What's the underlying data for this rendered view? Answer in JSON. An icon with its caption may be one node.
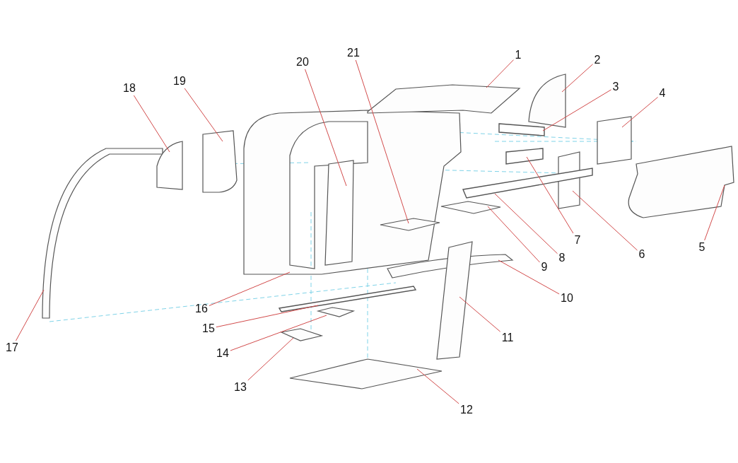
{
  "diagram": {
    "nodes": [
      {
        "text": [
          "1"
        ]
      },
      {
        "text": [
          "2"
        ]
      },
      {
        "text": [
          "3"
        ]
      },
      {
        "text": [
          "4"
        ]
      },
      {
        "text": [
          "5"
        ]
      },
      {
        "text": [
          "6"
        ]
      },
      {
        "text": [
          "7"
        ]
      },
      {
        "text": [
          "8"
        ]
      },
      {
        "text": [
          "9"
        ]
      },
      {
        "text": [
          "10"
        ]
      },
      {
        "text": [
          "11"
        ]
      },
      {
        "text": [
          "12"
        ]
      },
      {
        "text": [
          "13"
        ]
      },
      {
        "text": [
          "14"
        ]
      },
      {
        "text": [
          "15"
        ]
      },
      {
        "text": [
          "16"
        ]
      },
      {
        "text": [
          "17"
        ]
      },
      {
        "text": [
          "18"
        ]
      },
      {
        "text": [
          "19"
        ]
      },
      {
        "text": [
          "20"
        ]
      },
      {
        "text": [
          "21"
        ]
      },
      {
        "text": [],
        "shape": "picture"
      },
      {
        "text": [],
        "shape": "picture"
      },
      {
        "text": [],
        "shape": "bar"
      },
      {
        "text": [],
        "shape": "box"
      },
      {
        "text": [],
        "shape": "picture"
      },
      {
        "text": [],
        "shape": "box"
      },
      {
        "text": [],
        "shape": "bar"
      },
      {
        "text": [],
        "shape": "bar"
      },
      {
        "text": [],
        "shape": "picture"
      },
      {
        "text": [],
        "shape": "picture"
      },
      {
        "text": [],
        "shape": "picture"
      },
      {
        "text": [],
        "shape": "picture"
      },
      {
        "text": [],
        "shape": "picture"
      },
      {
        "text": [],
        "shape": "picture"
      },
      {
        "text": [],
        "shape": "bar"
      },
      {
        "text": [],
        "shape": "picture"
      },
      {
        "text": [],
        "shape": "picture"
      },
      {
        "text": [],
        "shape": "box"
      },
      {
        "text": [],
        "shape": "box"
      },
      {
        "text": [],
        "shape": "box",
        "in": 36
      },
      {
        "text": [],
        "shape": "picture",
        "in": 36
      }
    ],
    "edges": [
      {
        "from": 0,
        "to": 21,
        "arrow": "none"
      },
      {
        "from": 1,
        "to": 22,
        "arrow": "none"
      },
      {
        "from": 2,
        "to": 23,
        "arrow": "none"
      },
      {
        "from": 3,
        "to": 24,
        "arrow": "none"
      },
      {
        "from": 4,
        "to": 25,
        "arrow": "none"
      },
      {
        "from": 5,
        "to": 26,
        "arrow": "none"
      },
      {
        "from": 6,
        "to": 27,
        "arrow": "none"
      },
      {
        "from": 7,
        "to": 28,
        "arrow": "none"
      },
      {
        "from": 8,
        "to": 29,
        "arrow": "none"
      },
      {
        "from": 9,
        "to": 30,
        "arrow": "none"
      },
      {
        "from": 10,
        "to": 31,
        "arrow": "none"
      },
      {
        "from": 11,
        "to": 32,
        "arrow": "none"
      },
      {
        "from": 12,
        "to": 33,
        "arrow": "none"
      },
      {
        "from": 13,
        "to": 34,
        "arrow": "none"
      },
      {
        "from": 14,
        "to": 35,
        "arrow": "none"
      },
      {
        "from": 15,
        "to": 36,
        "arrow": "none"
      },
      {
        "from": 16,
        "to": 37,
        "arrow": "none"
      },
      {
        "from": 17,
        "to": 38,
        "arrow": "none"
      },
      {
        "from": 18,
        "to": 39,
        "arrow": "none"
      },
      {
        "from": 19,
        "to": 40,
        "arrow": "none"
      },
      {
        "from": 20,
        "to": 41,
        "arrow": "none"
      }
    ]
  }
}
